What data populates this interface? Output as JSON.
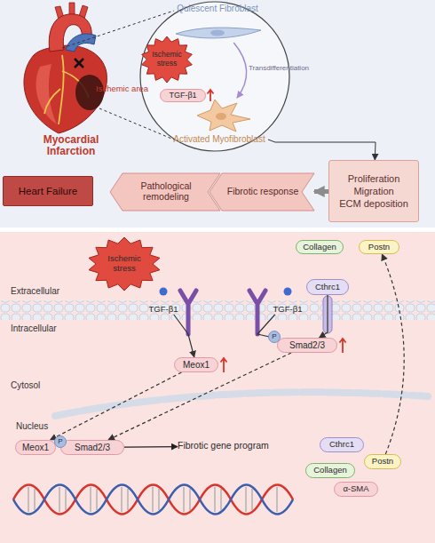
{
  "diagram": {
    "nodes": [
      {
        "text": [
          "Quiescent Fibroblast"
        ]
      },
      {
        "text": [
          "Ischemic stress"
        ]
      },
      {
        "text": [
          "TGF-β1"
        ]
      },
      {
        "text": [
          "Activated Myofibroblast"
        ]
      },
      {
        "text": [
          "Proliferation",
          "Migration",
          "ECM deposition"
        ]
      },
      {
        "text": [
          "Fibrotic response"
        ]
      },
      {
        "text": [
          "Pathological remodeling"
        ]
      },
      {
        "text": [
          "Heart Failure"
        ]
      },
      {
        "text": [
          "Ischemic stress"
        ]
      },
      {
        "text": [
          "Collagen"
        ]
      },
      {
        "text": [
          "Postn"
        ]
      },
      {
        "text": [
          "TGF-β1"
        ]
      },
      {
        "text": [
          "TGF-β1"
        ]
      },
      {
        "text": [
          "Cthrc1"
        ]
      },
      {
        "text": [
          "Meox1"
        ]
      },
      {
        "text": [
          "Smad2/3"
        ]
      },
      {
        "text": [
          "Meox1"
        ]
      },
      {
        "text": [
          "Smad2/3"
        ]
      },
      {
        "text": [
          "Fibrotic gene program"
        ]
      },
      {
        "text": [
          "Cthrc1"
        ]
      },
      {
        "text": [
          "Postn"
        ]
      },
      {
        "text": [
          "Collagen"
        ]
      },
      {
        "text": [
          "α-SMA"
        ]
      }
    ],
    "edges": [
      {
        "from": 0,
        "to": 3,
        "arrow": "to",
        "label": "Transdifferentiation"
      },
      {
        "from": 3,
        "to": 4,
        "arrow": "to"
      },
      {
        "from": 4,
        "to": 5,
        "arrow": "to"
      },
      {
        "from": 11,
        "to": 14,
        "arrow": "to"
      },
      {
        "from": 12,
        "to": 15,
        "arrow": "to"
      },
      {
        "from": 13,
        "to": 15,
        "arrow": "to"
      },
      {
        "from": 14,
        "to": 16,
        "arrow": "to"
      },
      {
        "from": 15,
        "to": 17,
        "arrow": "to"
      },
      {
        "from": 17,
        "to": 18,
        "arrow": "to"
      },
      {
        "from": 20,
        "to": 10,
        "arrow": "to"
      }
    ],
    "labels": [
      "Ischemic area",
      "Myocardial Infarction",
      "Extracellular",
      "Intracellular",
      "Cytosol",
      "Nucleus",
      "P",
      "P"
    ]
  }
}
